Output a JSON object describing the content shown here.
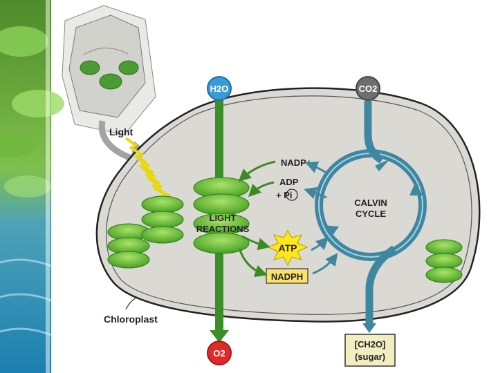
{
  "labels": {
    "light": "Light",
    "h2o": "H2O",
    "co2": "CO2",
    "nadp_plus": "NADP+",
    "adp": "ADP",
    "plus_pi": "+ Pi",
    "light_reactions_line1": "LIGHT",
    "light_reactions_line2": "REACTIONS",
    "calvin_line1": "CALVIN",
    "calvin_line2": "CYCLE",
    "atp": "ATP",
    "nadph": "NADPH",
    "chloroplast": "Chloroplast",
    "o2": "O2",
    "sugar_line1": "[CH2O]",
    "sugar_line2": "(sugar)"
  },
  "colors": {
    "chloroplast_fill": "#dad9d3",
    "thylakoid_green": "#5fbf2c",
    "water_badge": "#3a9ad6",
    "co2_badge": "#6e6e6e",
    "o2_badge": "#e02a2a",
    "calvin_teal": "#3f86a0",
    "atp_star": "#ffe819",
    "nadph_box": "#fbe26a",
    "sugar_box": "#f3edc2"
  }
}
